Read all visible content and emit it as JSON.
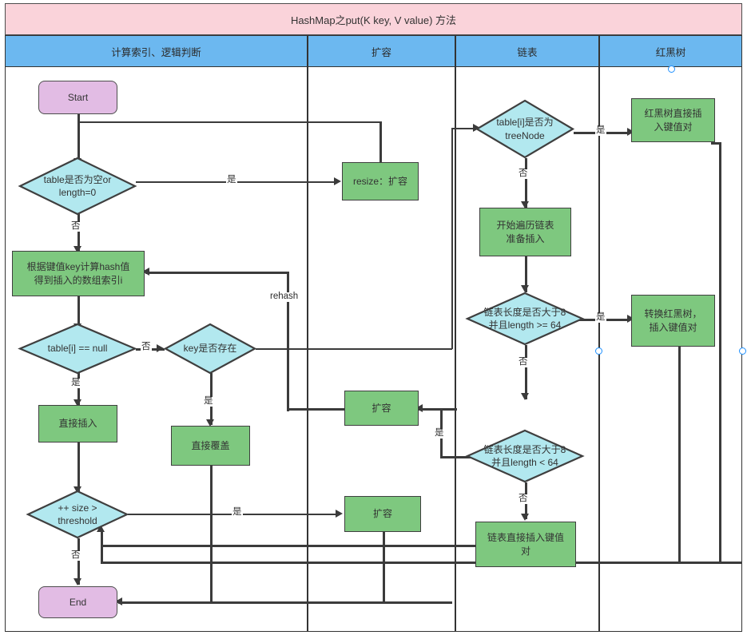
{
  "diagram": {
    "title": "HashMap之put(K key, V value) 方法",
    "colors": {
      "title_bar": "#fad3da",
      "lane_header": "#6cb8f0",
      "terminator": "#e2bce4",
      "process": "#7ec87f",
      "decision": "#b2e8ef",
      "line": "#3b3b3b",
      "handle": "#1e90ff"
    },
    "lanes": [
      {
        "id": "lane-index",
        "label": "计算索引、逻辑判断"
      },
      {
        "id": "lane-resize",
        "label": "扩容"
      },
      {
        "id": "lane-list",
        "label": "链表"
      },
      {
        "id": "lane-tree",
        "label": "红黑树"
      }
    ],
    "nodes": {
      "start": "Start",
      "table_empty": "table是否为空or\nlength=0",
      "hash_calc": "根据键值key计算hash值\n得到插入的数组索引i",
      "table_i_null": "table[i] == null",
      "key_exists": "key是否存在",
      "direct_insert": "直接插入",
      "direct_overwrite": "直接覆盖",
      "size_threshold": "++ size >\nthreshold",
      "end": "End",
      "resize_main": "resize：扩容",
      "resize_mid": "扩容",
      "resize_bottom": "扩容",
      "is_treenode": "table[i]是否为\ntreeNode",
      "traverse_list": "开始遍历链表\n准备插入",
      "len_gt8_ge64": "链表长度是否大于8\n并且length >= 64",
      "len_gt8_lt64": "链表长度是否大于8\n并且length < 64",
      "list_insert": "链表直接插入键值\n对",
      "tree_direct_insert": "红黑树直接插\n入键值对",
      "tree_convert": "转换红黑树，\n插入键值对"
    },
    "edge_labels": {
      "yes": "是",
      "no": "否",
      "rehash": "rehash"
    }
  }
}
